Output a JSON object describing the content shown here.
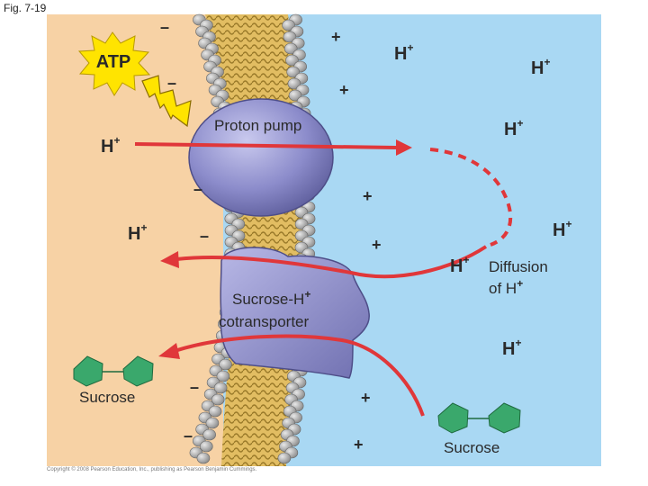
{
  "figure_label": "Fig. 7-19",
  "copyright": "Copyright © 2008 Pearson Education, Inc., publishing as Pearson Benjamin Cummings.",
  "colors": {
    "cytoplasm": "#f7d2a5",
    "exterior": "#a9d8f3",
    "protein": "#8c8ccb",
    "arrow": "#e0373a",
    "sucrose": "#3aa86c",
    "atp_burst": "#ffe400"
  },
  "labels": {
    "atp": "ATP",
    "proton_pump": "Proton pump",
    "cotransporter_line1": "Sucrose-H",
    "cotransporter_line2": "cotransporter",
    "diffusion_line1": "Diffusion",
    "diffusion_line2": "of H",
    "sucrose_left": "Sucrose",
    "sucrose_right": "Sucrose",
    "plus_superscript": "+"
  },
  "ions": [
    {
      "id": "h-ext-1",
      "text": "H",
      "sup": "+"
    },
    {
      "id": "h-ext-2",
      "text": "H",
      "sup": "+"
    },
    {
      "id": "h-ext-3",
      "text": "H",
      "sup": "+"
    },
    {
      "id": "h-ext-4",
      "text": "H",
      "sup": "+"
    },
    {
      "id": "h-ext-5",
      "text": "H",
      "sup": "+"
    },
    {
      "id": "h-ext-6",
      "text": "H",
      "sup": "+"
    },
    {
      "id": "h-int-1",
      "text": "H",
      "sup": "+"
    },
    {
      "id": "h-int-2",
      "text": "H",
      "sup": "+"
    }
  ],
  "charges": {
    "minus": "–",
    "plus": "+"
  }
}
